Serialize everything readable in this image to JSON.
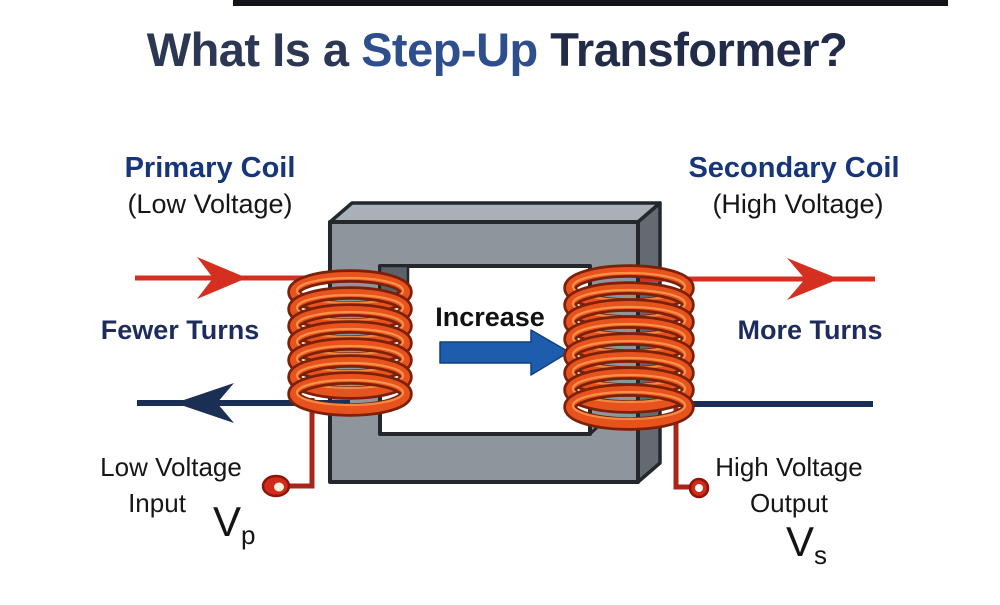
{
  "header": {
    "title_part1": "What Is a ",
    "title_part2": "Step-Up",
    "title_part3": " Transformer?"
  },
  "primary": {
    "heading": "Primary Coil",
    "voltage_note": "(Low Voltage)",
    "turns_label": "Fewer Turns",
    "turns": 7,
    "io_label_line1": "Low Voltage",
    "io_label_line2": "Input",
    "symbol": "V",
    "symbol_subscript": "p"
  },
  "secondary": {
    "heading": "Secondary Coil",
    "voltage_note": "(High Voltage)",
    "turns_label": "More Turns",
    "turns": 8,
    "io_label_line1": "High Voltage",
    "io_label_line2": "Output",
    "symbol": "V",
    "symbol_subscript": "s"
  },
  "center": {
    "flow_label": "Increase"
  },
  "colors": {
    "top_bar": "#141418",
    "title_dark_navy": "#2c3753",
    "title_blue": "#2d4f8e",
    "heading_navy": "#16357a",
    "turns_navy": "#1d2c5c",
    "text_black": "#161616",
    "current_red": "#d5301f",
    "wire_red": "#a8251b",
    "terminal_red": "#d22b1b",
    "terminal_center": "#fdf3dc",
    "return_navy": "#1b2f55",
    "increase_blue": "#1e5dad",
    "coil_orange": "#e8521d",
    "coil_outline": "#7c2008",
    "coil_highlight": "#ff9d50",
    "core_gray": "#8f959c",
    "core_top_gray": "#aab0b7",
    "core_side_gray": "#646a72",
    "core_bevel_gray": "#5c6167",
    "outline_dark": "#24282d"
  }
}
